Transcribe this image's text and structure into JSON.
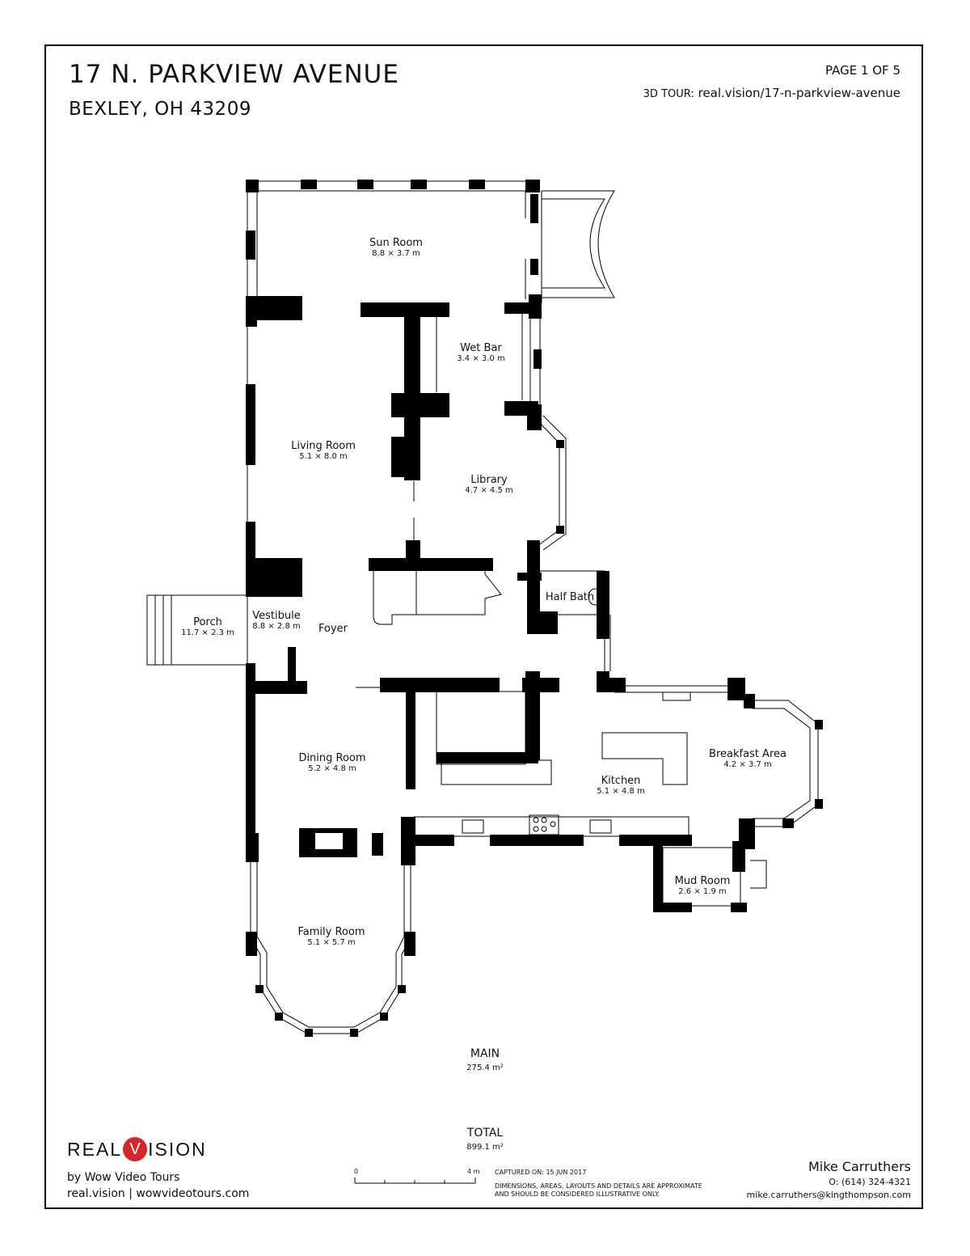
{
  "header": {
    "address_line1": "17 N. PARKVIEW AVENUE",
    "address_line2": "BEXLEY, OH 43209",
    "page": "PAGE 1 OF 5",
    "tour_label": "3D TOUR:",
    "tour_url": "real.vision/17-n-parkview-avenue"
  },
  "rooms": [
    {
      "name": "Sun Room",
      "dims": "8.8 × 3.7 m"
    },
    {
      "name": "Wet Bar",
      "dims": "3.4 × 3.0 m"
    },
    {
      "name": "Living Room",
      "dims": "5.1 × 8.0 m"
    },
    {
      "name": "Library",
      "dims": "4.7 × 4.5 m"
    },
    {
      "name": "Half Bath",
      "dims": ""
    },
    {
      "name": "Porch",
      "dims": "11.7 × 2.3 m"
    },
    {
      "name": "Vestibule",
      "dims": "8.8 × 2.8 m"
    },
    {
      "name": "Foyer",
      "dims": ""
    },
    {
      "name": "Breakfast Area",
      "dims": "4.2 × 3.7 m"
    },
    {
      "name": "Dining Room",
      "dims": "5.2 × 4.8 m"
    },
    {
      "name": "Kitchen",
      "dims": "5.1 × 4.8 m"
    },
    {
      "name": "Mud Room",
      "dims": "2.6 × 1.9 m"
    },
    {
      "name": "Family Room",
      "dims": "5.1 × 5.7 m"
    }
  ],
  "floor": {
    "name": "MAIN",
    "area": "275.4 m²"
  },
  "total": {
    "label": "TOTAL",
    "area": "899.1 m²"
  },
  "brand": {
    "logo_left": "REAL",
    "logo_v": "V",
    "logo_right": "ISION",
    "logo_color": "#d6262b",
    "byline": "by Wow Video Tours",
    "links": "real.vision | wowvideotours.com"
  },
  "scale": {
    "start": "0",
    "end": "4 m"
  },
  "notes": {
    "captured": "CAPTURED ON: 15 JUN 2017",
    "disclaimer_1": "DIMENSIONS, AREAS, LAYOUTS AND DETAILS ARE APPROXIMATE",
    "disclaimer_2": "AND SHOULD BE CONSIDERED ILLUSTRATIVE ONLY."
  },
  "agent": {
    "name": "Mike Carruthers",
    "phone": "O: (614) 324-4321",
    "email": "mike.carruthers@kingthompson.com"
  }
}
